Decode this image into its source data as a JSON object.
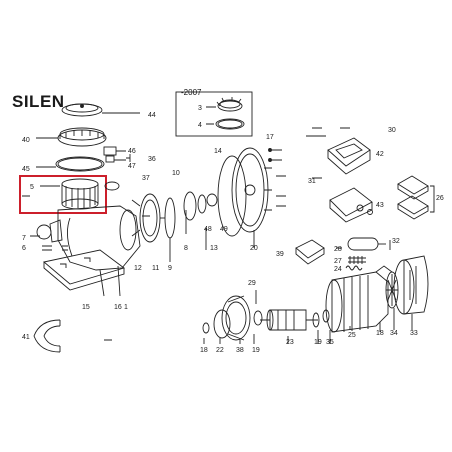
{
  "diagram": {
    "title": "SILEN",
    "inset_year": "-2007",
    "highlight_color": "#cc1f2b",
    "part_labels": {
      "l44": "44",
      "l40": "40",
      "l36": "36",
      "l46": "46",
      "l47": "47",
      "l45": "45",
      "l37": "37",
      "l5": "5",
      "l7": "7",
      "l6": "6",
      "l15": "15",
      "l16": "16",
      "l1": "1",
      "l3": "3",
      "l4": "4",
      "l17": "17",
      "l14": "14",
      "l10": "10",
      "l12": "12",
      "l11": "11",
      "l9": "9",
      "l8": "8",
      "l48": "48",
      "l49": "49",
      "l13": "13",
      "l20": "20",
      "l30": "30",
      "l42": "42",
      "l31": "31",
      "l26": "26",
      "l43": "43",
      "l39": "39",
      "l28": "28",
      "l27": "27",
      "l24": "24",
      "l32": "32",
      "l41": "41",
      "l29": "29",
      "l18a": "18",
      "l22": "22",
      "l38": "38",
      "l19a": "19",
      "l23": "23",
      "l19b": "19",
      "l35": "35",
      "l25": "25",
      "l18b": "18",
      "l34": "34",
      "l33": "33"
    }
  }
}
